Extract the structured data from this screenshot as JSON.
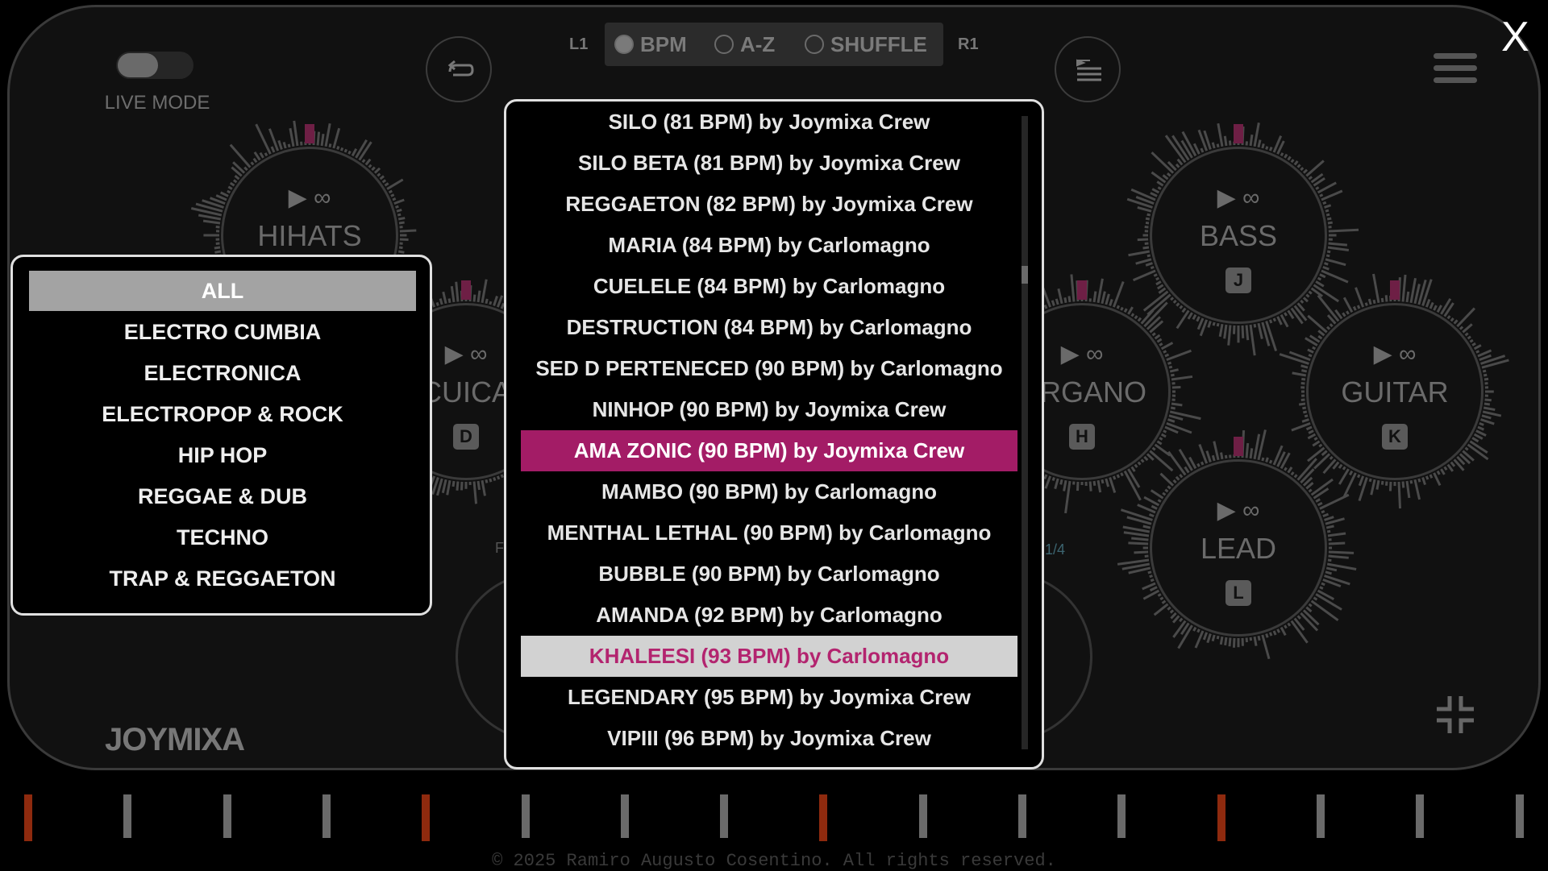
{
  "header": {
    "live_mode_label": "LIVE MODE",
    "close_label": "X",
    "shoulder_left": "L1",
    "shoulder_right": "R1",
    "sort_options": [
      {
        "label": "BPM",
        "selected": true
      },
      {
        "label": "A-Z",
        "selected": false
      },
      {
        "label": "SHUFFLE",
        "selected": false
      }
    ]
  },
  "pads": [
    {
      "name": "HIHATS",
      "ctrl": "▶ ∞",
      "key": ""
    },
    {
      "name": "CUICA",
      "ctrl": "▶ ∞",
      "key": "D"
    },
    {
      "name": "BASS",
      "ctrl": "▶ ∞",
      "key": "J"
    },
    {
      "name": "ORGANO",
      "ctrl": "▶ ∞",
      "key": "H"
    },
    {
      "name": "GUITAR",
      "ctrl": "▶ ∞",
      "key": "K"
    },
    {
      "name": "LEAD",
      "ctrl": "▶ ∞",
      "key": "L"
    }
  ],
  "partial_labels": {
    "left": "F",
    "right": "1/4"
  },
  "genres": {
    "items": [
      "ALL",
      "ELECTRO CUMBIA",
      "ELECTRONICA",
      "ELECTROPOP & ROCK",
      "HIP HOP",
      "REGGAE & DUB",
      "TECHNO",
      "TRAP & REGGAETON"
    ],
    "selected_index": 0
  },
  "tracks": {
    "items": [
      "SILO (81 BPM) by Joymixa Crew",
      "SILO BETA (81 BPM) by Joymixa Crew",
      "REGGAETON (82 BPM) by Joymixa Crew",
      "MARIA (84 BPM) by Carlomagno",
      "CUELELE (84 BPM) by Carlomagno",
      "DESTRUCTION (84 BPM) by Carlomagno",
      "SED D PERTENECED (90 BPM) by Carlomagno",
      "NINHOP (90 BPM) by Joymixa Crew",
      "AMA ZONIC (90 BPM) by Joymixa Crew",
      "MAMBO (90 BPM) by Carlomagno",
      "MENTHAL LETHAL (90 BPM) by Carlomagno",
      "BUBBLE (90 BPM) by Carlomagno",
      "AMANDA (92 BPM) by Carlomagno",
      "KHALEESI (93 BPM) by Carlomagno",
      "LEGENDARY (95 BPM) by Joymixa Crew",
      "VIPIII (96 BPM) by Joymixa Crew"
    ],
    "active_index": 8,
    "highlight_index": 13
  },
  "logo_text": "JOYMIXA",
  "beats": [
    true,
    false,
    false,
    false,
    true,
    false,
    false,
    false,
    true,
    false,
    false,
    false,
    true,
    false,
    false,
    false
  ],
  "footer": "© 2025 Ramiro Augusto Cosentino. All rights reserved.",
  "colors": {
    "accent": "#a31c66",
    "highlight_text": "#b3246f",
    "beat_accent": "#8e2a0e"
  }
}
